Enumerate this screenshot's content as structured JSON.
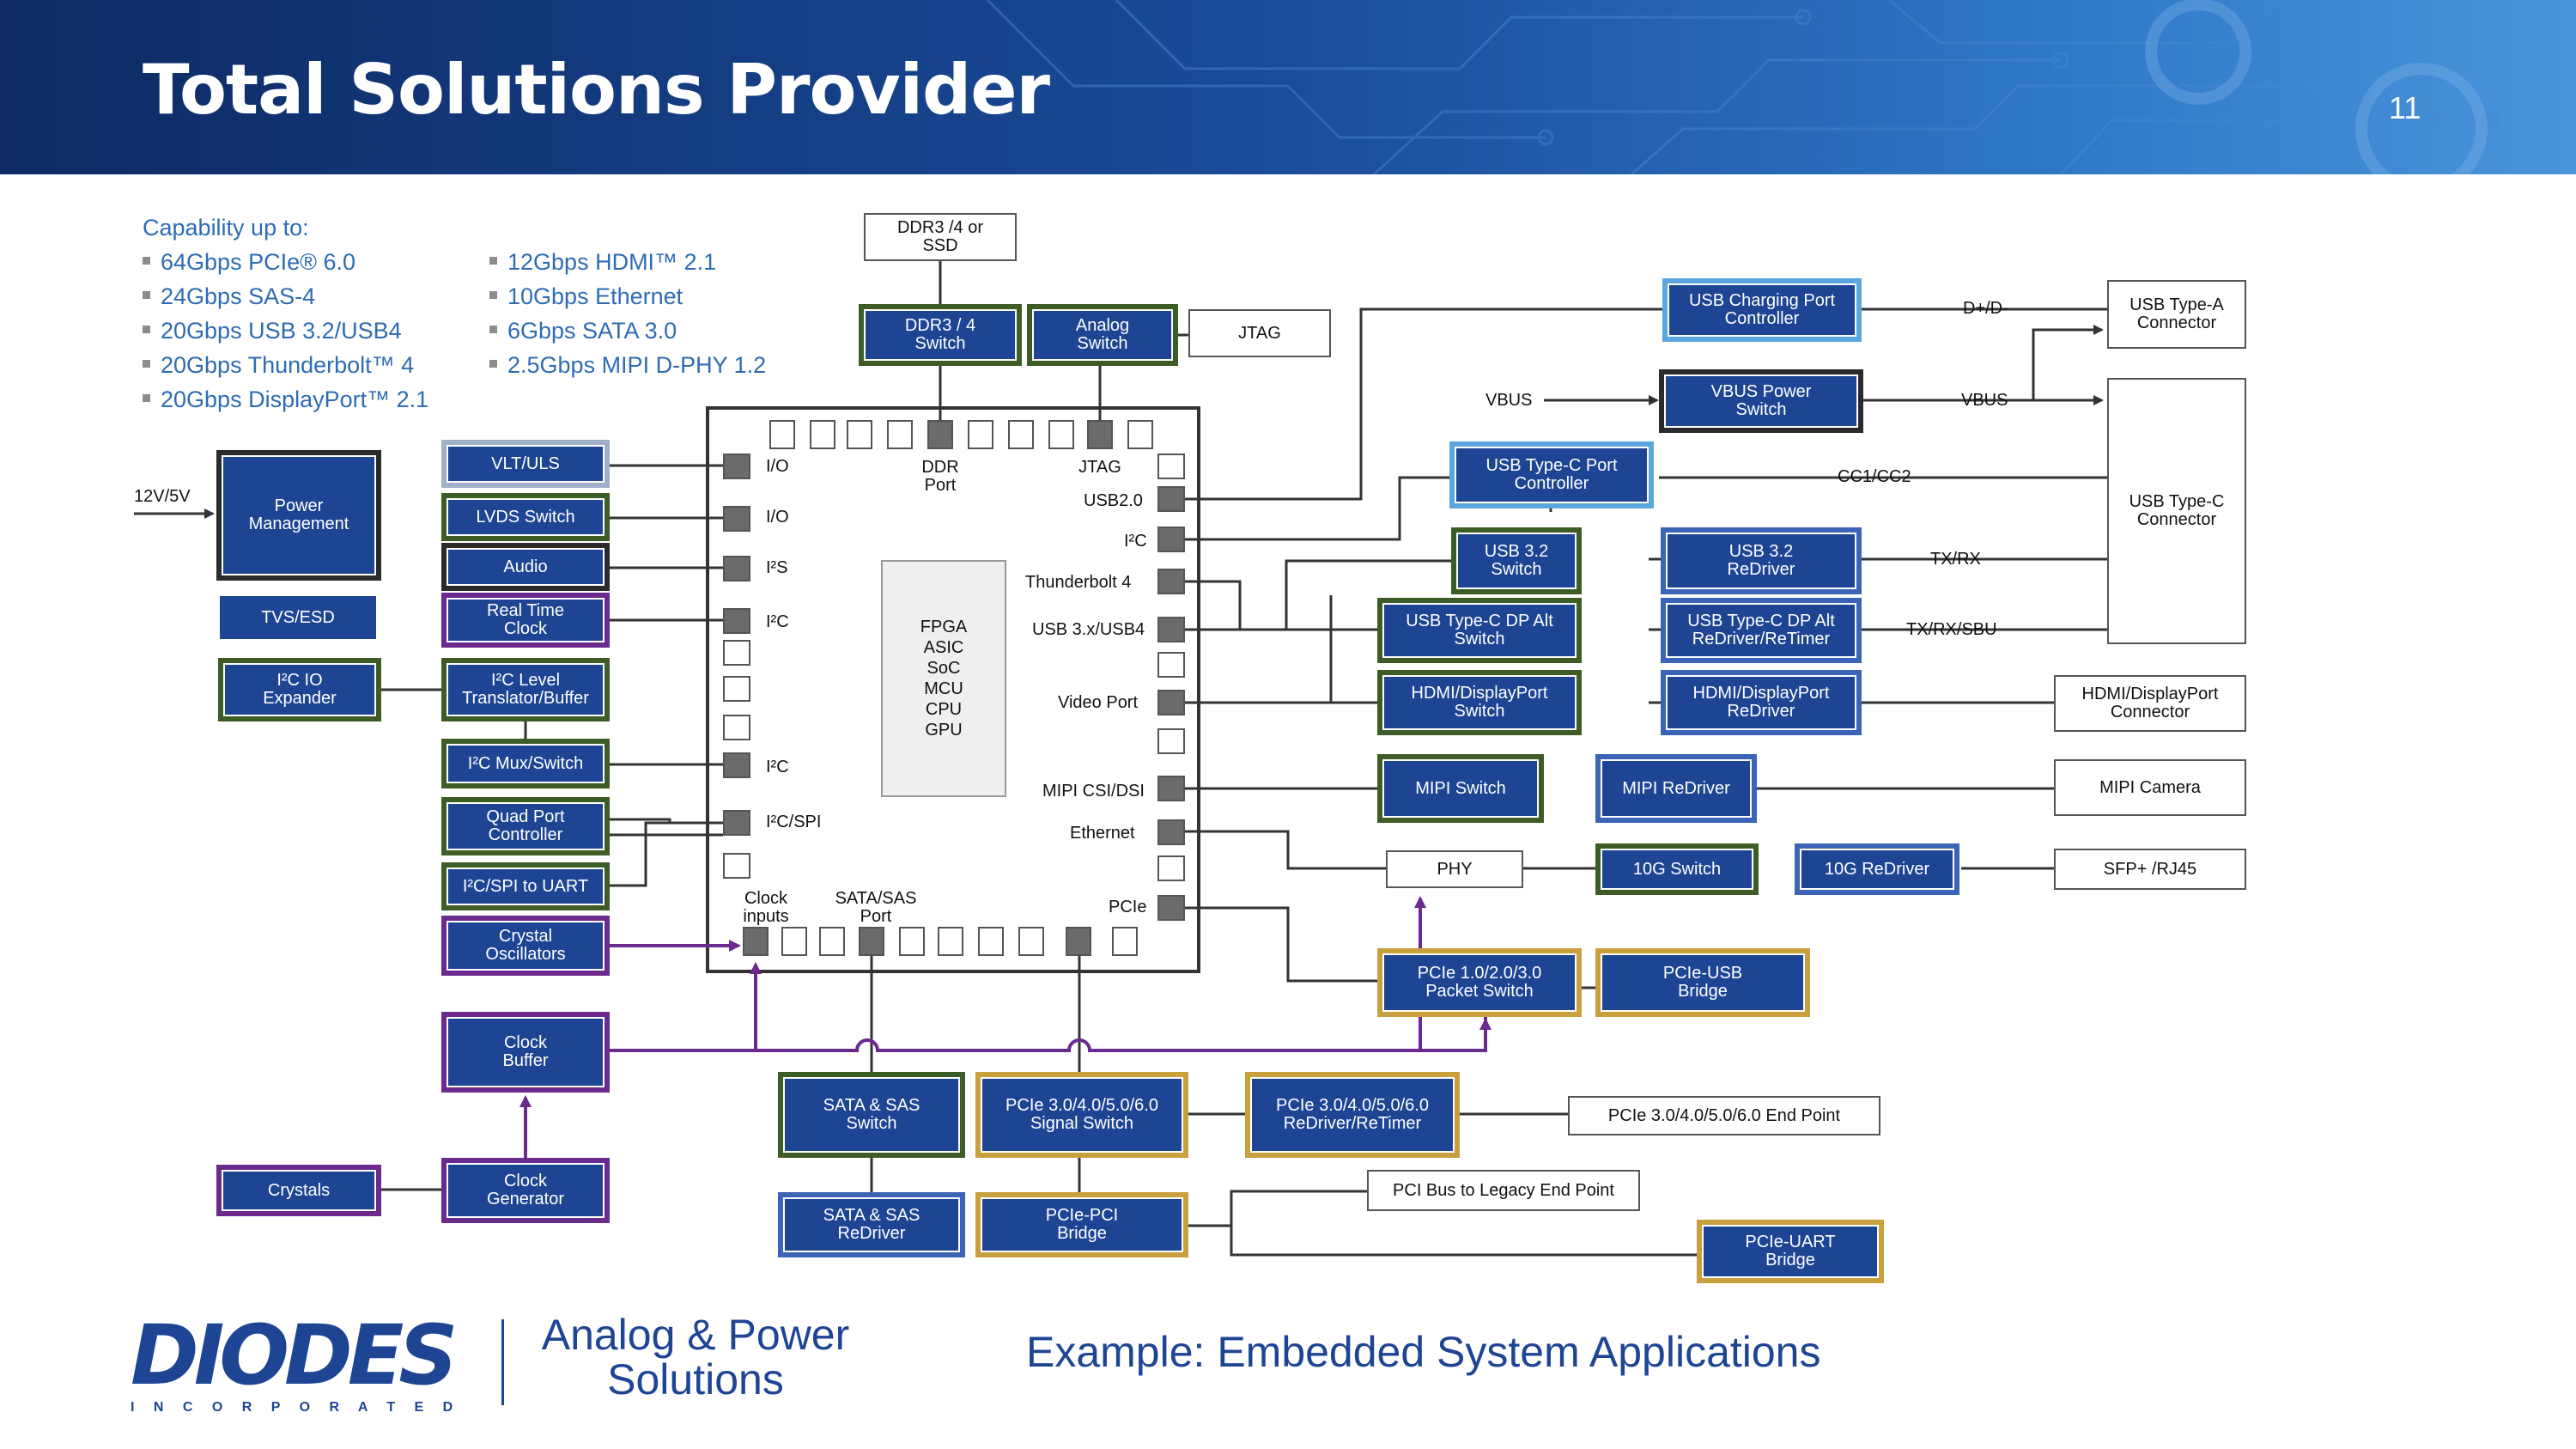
{
  "header": {
    "title": "Total Solutions Provider",
    "page_number": "11"
  },
  "capability": {
    "heading": "Capability up to:",
    "col1": [
      "64Gbps PCIe® 6.0",
      "24Gbps SAS-4",
      "20Gbps USB 3.2/USB4",
      "20Gbps Thunderbolt™ 4",
      "20Gbps DisplayPort™ 2.1"
    ],
    "col2": [
      "12Gbps HDMI™ 2.1",
      "10Gbps Ethernet",
      "6Gbps SATA 3.0",
      "2.5Gbps MIPI D-PHY 1.2"
    ]
  },
  "colors": {
    "brand_blue": "#1e4594",
    "green": "#3e5d26",
    "purple": "#6a2a8e",
    "gold": "#c9a03e",
    "light_blue": "#5aa7e0",
    "blue": "#3b64b6"
  },
  "blocks": {
    "ddr_ssd": "DDR3 /4 or\nSSD",
    "ddr_switch": "DDR3 / 4\nSwitch",
    "analog_switch": "Analog\nSwitch",
    "jtag": "JTAG",
    "power_mgmt": "Power\nManagement",
    "power_in": "12V/5V",
    "vlt_uls": "VLT/ULS",
    "lvds_switch": "LVDS Switch",
    "audio": "Audio",
    "tvs_esd": "TVS/ESD",
    "rtc": "Real Time\nClock",
    "i2c_io": "I²C IO\nExpander",
    "i2c_level": "I²C Level\nTranslator/Buffer",
    "i2c_mux": "I²C Mux/Switch",
    "quad_port": "Quad Port\nController",
    "i2c_uart": "I²C/SPI to UART",
    "crystal_osc": "Crystal\nOscillators",
    "clock_buffer": "Clock\nBuffer",
    "crystals": "Crystals",
    "clock_gen": "Clock\nGenerator",
    "fpga": "FPGA\nASIC\nSoC\nMCU\nCPU\nGPU",
    "usb_charging": "USB Charging Port\nController",
    "usb_a": "USB Type-A\nConnector",
    "vbus_in": "VBUS",
    "vbus_switch": "VBUS Power\nSwitch",
    "vbus_out": "VBUS",
    "dp_dm": "D+/D-",
    "usbc_ctrl": "USB Type-C Port\nController",
    "cc": "CC1/CC2",
    "usbc_conn": "USB Type-C\nConnector",
    "usb32_switch": "USB 3.2\nSwitch",
    "usb32_redriver": "USB 3.2\nReDriver",
    "txrx": "TX/RX",
    "dp_alt_switch": "USB Type-C DP Alt\nSwitch",
    "dp_alt_redriver": "USB Type-C DP Alt\nReDriver/ReTimer",
    "txrx_sbu": "TX/RX/SBU",
    "hdmi_switch": "HDMI/DisplayPort\nSwitch",
    "hdmi_redriver": "HDMI/DisplayPort\nReDriver",
    "hdmi_conn": "HDMI/DisplayPort\nConnector",
    "mipi_switch": "MIPI Switch",
    "mipi_redriver": "MIPI ReDriver",
    "mipi_camera": "MIPI Camera",
    "phy": "PHY",
    "switch_10g": "10G Switch",
    "redriver_10g": "10G ReDriver",
    "sfp": "SFP+ /RJ45",
    "pcie_packet": "PCIe 1.0/2.0/3.0\nPacket Switch",
    "pcie_usb": "PCIe-USB\nBridge",
    "sata_switch": "SATA & SAS\nSwitch",
    "pcie_signal": "PCIe 3.0/4.0/5.0/6.0\nSignal Switch",
    "pcie_redriver": "PCIe 3.0/4.0/5.0/6.0\nReDriver/ReTimer",
    "pcie_endpoint": "PCIe 3.0/4.0/5.0/6.0 End Point",
    "sata_redriver": "SATA & SAS\nReDriver",
    "pcie_pci": "PCIe-PCI\nBridge",
    "pci_legacy": "PCI Bus to Legacy End Point",
    "pcie_uart": "PCIe-UART\nBridge"
  },
  "pins": {
    "left": [
      "I/O",
      "I/O",
      "I²S",
      "I²C",
      "I²C",
      "I²C/SPI"
    ],
    "right": [
      "USB2.0",
      "I²C",
      "Thunderbolt 4",
      "USB 3.x/USB4",
      "Video Port",
      "MIPI CSI/DSI",
      "Ethernet",
      "PCIe"
    ],
    "top": [
      "DDR\nPort",
      "JTAG"
    ],
    "bottom": [
      "Clock\ninputs",
      "SATA/SAS\nPort"
    ]
  },
  "footer": {
    "logo_text": "DIODES",
    "logo_sub": "I N C O R P O R A T E D",
    "division": "Analog & Power\nSolutions",
    "caption": "Example: Embedded System Applications"
  }
}
